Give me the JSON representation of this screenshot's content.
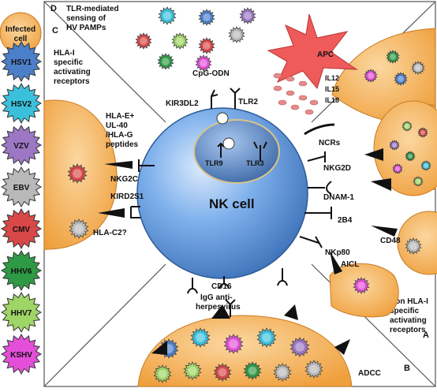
{
  "legend": {
    "header": "Infected cell",
    "items": [
      {
        "label": "HSV1",
        "color": "#4b7fc9"
      },
      {
        "label": "HSV2",
        "color": "#3bc0dc"
      },
      {
        "label": "VZV",
        "color": "#9c77c4"
      },
      {
        "label": "EBV",
        "color": "#b9b9b9"
      },
      {
        "label": "CMV",
        "color": "#d84848"
      },
      {
        "label": "HHV6",
        "color": "#2f9a45"
      },
      {
        "label": "HHV7",
        "color": "#9fd466"
      },
      {
        "label": "KSHV",
        "color": "#e34fd8"
      }
    ]
  },
  "panels": {
    "A": "A",
    "B": "B",
    "C": "C",
    "D": "D"
  },
  "panel_titles": {
    "D": [
      "TLR-mediated",
      "sensing of",
      "HV PAMPs"
    ],
    "C": [
      "HLA-I",
      "specific",
      "activating",
      "receptors"
    ],
    "A": [
      "Non HLA-I",
      "specific",
      "activating",
      "receptors"
    ],
    "B": "ADCC"
  },
  "center": {
    "title": "NK cell",
    "tlr9": "TLR9",
    "tlr3": "TLR3"
  },
  "apc": {
    "label": "APC",
    "cytokines": [
      "IL12",
      "IL15",
      "IL18"
    ]
  },
  "top_labels": {
    "cpg": "CpG-ODN",
    "kir3dl2": "KIR3DL2",
    "tlr2": "TLR2"
  },
  "left_labels": {
    "hlae": [
      "HLA-E+",
      "UL-40",
      "/HLA-G",
      "peptides"
    ],
    "nkg2c": "NKG2C",
    "kird2s1": "KIRD2S1",
    "hlac2": "HLA-C2?"
  },
  "right_labels": {
    "ncrs": "NCRs",
    "nkg2d": "NKG2D",
    "dnam1": "DNAM-1",
    "b4": "2B4",
    "cd48": "CD48",
    "nkp80": "NKp80",
    "aicl": "AICL"
  },
  "bottom_labels": {
    "cd16": "CD16",
    "igg": [
      "IgG anti-",
      "herpesvirus"
    ]
  },
  "colors": {
    "nk_cell": "#6aa6e6",
    "nucleus": "#4f7fbd",
    "infected_cell": "#f3b463",
    "apc": "#ef5a5a",
    "cytokine": "#e88a8a"
  }
}
